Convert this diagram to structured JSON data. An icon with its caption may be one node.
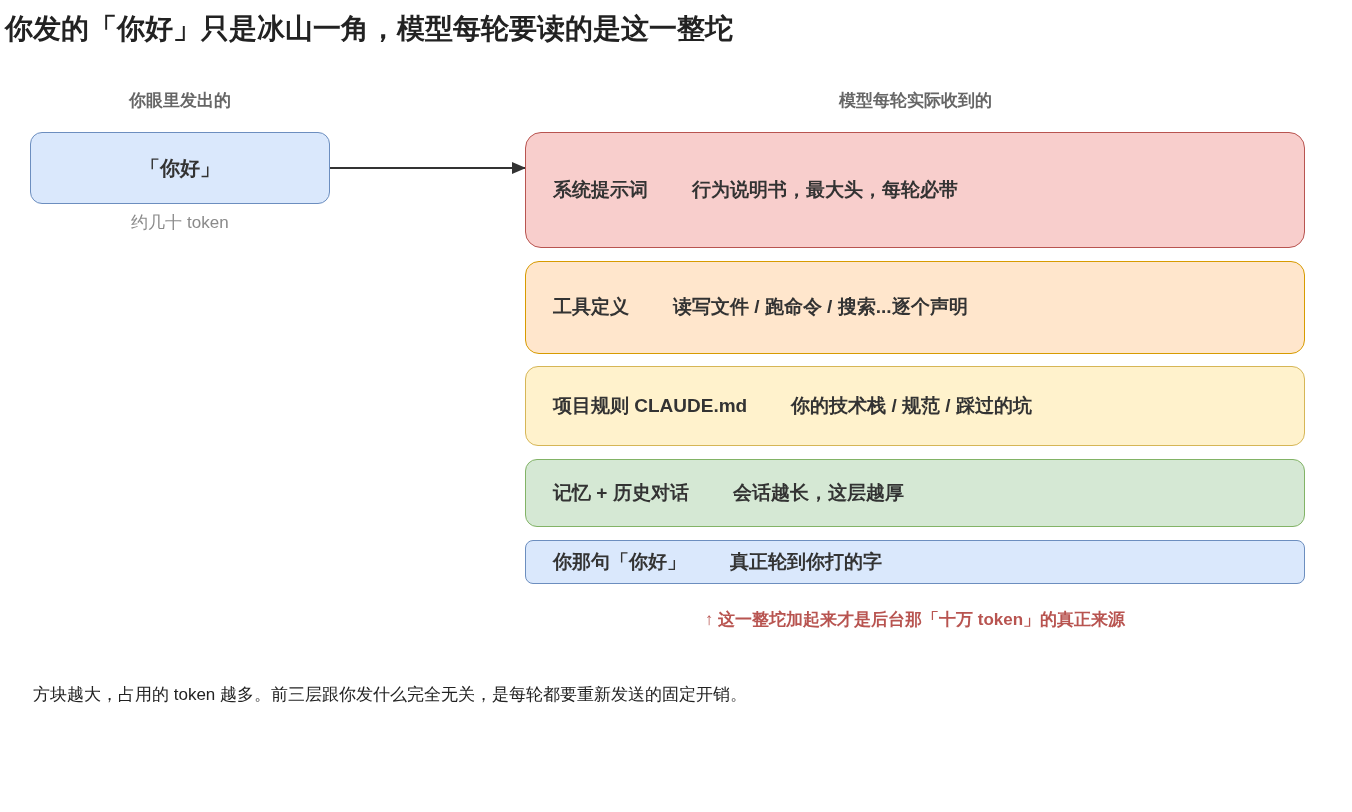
{
  "diagram": {
    "title": "你发的「你好」只是冰山一角，模型每轮要读的是这一整坨",
    "nodes": [
      {
        "text": [
          "「你好」"
        ],
        "beside": [
          "约几十 token"
        ]
      },
      {
        "text": [
          "系统提示词",
          "行为说明书，最大头，每轮必带"
        ]
      },
      {
        "text": [
          "工具定义",
          "读写文件 / 跑命令 / 搜索...逐个声明"
        ]
      },
      {
        "text": [
          "项目规则 CLAUDE.md",
          "你的技术栈 / 规范 / 踩过的坑"
        ]
      },
      {
        "text": [
          "记忆 + 历史对话",
          "会话越长，这层越厚"
        ]
      },
      {
        "text": [
          "你那句「你好」",
          "真正轮到你打的字"
        ]
      }
    ],
    "edges": [
      {
        "from": 0,
        "to": 1,
        "arrow": "to"
      }
    ],
    "labels": [
      "你眼里发出的",
      "模型每轮实际收到的",
      "↑ 这一整坨加起来才是后台那「十万 token」的真正来源",
      "方块越大，占用的 token 越多。前三层跟你发什么完全无关，是每轮都要重新发送的固定开销。"
    ]
  }
}
